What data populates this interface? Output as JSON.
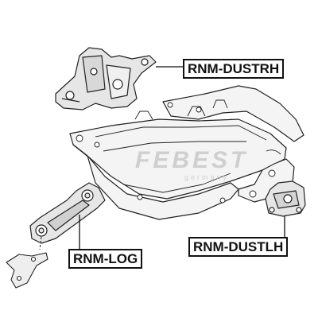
{
  "labels": {
    "right_mount": "RNM-DUSTRH",
    "left_mount": "RNM-DUSTLH",
    "lower_link": "RNM-LOG"
  },
  "watermark": {
    "brand": "FEBEST",
    "sub": "germany"
  },
  "colors": {
    "line": "#222222",
    "frame_fill": "#f4f4f4",
    "mount_fill": "#e6e6e6",
    "watermark": "#cfcfcf"
  }
}
